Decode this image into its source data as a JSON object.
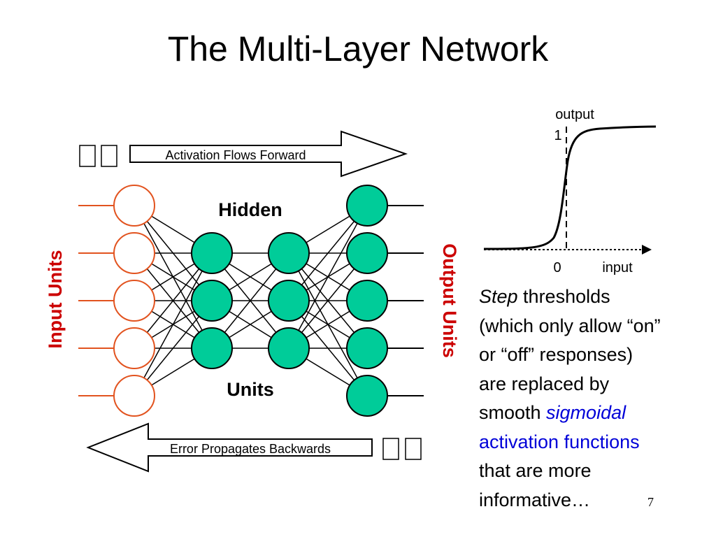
{
  "slide": {
    "title": "The Multi-Layer Network",
    "page_number": "7"
  },
  "network": {
    "forward_label": "Activation Flows Forward",
    "backward_label": "Error Propagates Backwards",
    "hidden_label": "Hidden",
    "units_label": "Units",
    "input_label": "Input Units",
    "output_label": "Output Units",
    "colors": {
      "input_node": "#e2531f",
      "node_fill": "#00cc99",
      "label_red": "#cc0000",
      "line": "#000000"
    }
  },
  "sigmoid": {
    "y_label": "output",
    "y_tick": "1",
    "x_tick": "0",
    "x_label": "input"
  },
  "description": {
    "line1_emph": "Step",
    "line1_rest": " thresholds",
    "line2": "(which only allow “on”",
    "line3": "or “off” responses)",
    "line4": "are replaced by",
    "line5_plain": "smooth ",
    "line5_emph": "sigmoidal",
    "line6": "activation functions",
    "line7": "that are more",
    "line8": "informative…"
  }
}
